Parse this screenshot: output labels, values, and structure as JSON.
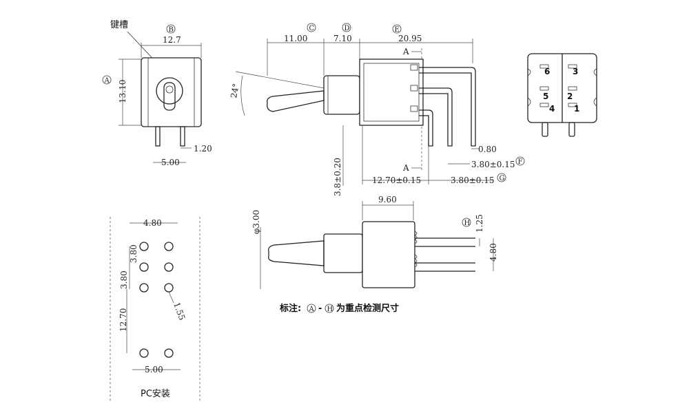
{
  "labels": {
    "keyslot": "键槽",
    "pc_mount": "PC安装",
    "note_prefix": "标注:",
    "note_dash": "-",
    "note_suffix": "为重点检测尺寸"
  },
  "circled": {
    "A": "A",
    "B": "B",
    "C": "C",
    "D": "D",
    "E": "E",
    "F": "F",
    "G": "G",
    "H": "H"
  },
  "dims": {
    "d_12_7": "12.7",
    "d_13_10": "13.10",
    "d_1_20": "1.20",
    "d_5_00_front": "5.00",
    "d_11_00": "11.00",
    "d_7_10": "7.10",
    "d_20_95": "20.95",
    "d_24deg": "24°",
    "d_3_8_tol": "3.8±0.20",
    "d_0_80": "0.80",
    "d_3_80_F": "3.80±0.15",
    "d_12_70_tol": "12.70±0.15",
    "d_3_80_G": "3.80±0.15",
    "sect_A_top": "A",
    "sect_A_bottom": "A",
    "d_4_80_pc": "4.80",
    "d_3_80_pc1": "3.80",
    "d_3_80_pc2": "3.80",
    "d_1_55": "1.55",
    "d_12_70_pc": "12.70",
    "d_5_00_pc": "5.00",
    "d_9_60": "9.60",
    "d_phi3": "φ3.00",
    "d_1_25": "1.25",
    "d_4_80_top": "4.80"
  },
  "pins": {
    "p6": "6",
    "p3": "3",
    "p5": "5",
    "p2": "2",
    "p4": "4",
    "p1": "1"
  }
}
